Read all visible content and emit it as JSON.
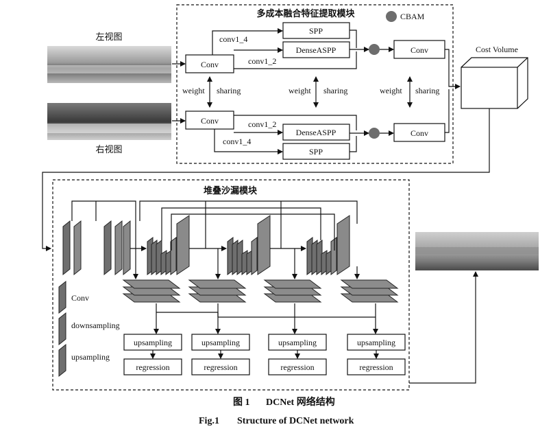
{
  "top_module": {
    "title": "多成本融合特征提取模块"
  },
  "legend": {
    "cbam": "CBAM"
  },
  "inputs": {
    "left": "左视图",
    "right": "右视图"
  },
  "blocks": {
    "conv": "Conv",
    "spp": "SPP",
    "denseaspp": "DenseASPP",
    "weight": "weight",
    "sharing": "sharing",
    "conv1_4": "conv1_4",
    "conv1_2": "conv1_2"
  },
  "cost_volume": "Cost Volume",
  "hourglass": {
    "title": "堆叠沙漏模块"
  },
  "layer_legend": {
    "conv": "Conv",
    "down": "downsampling",
    "up": "upsampling"
  },
  "heads": {
    "upsampling": "upsampling",
    "regression": "regression"
  },
  "captions": {
    "cn_num": "图 1",
    "cn": "DCNet 网络结构",
    "en_num": "Fig.1",
    "en": "Structure of DCNet network"
  }
}
